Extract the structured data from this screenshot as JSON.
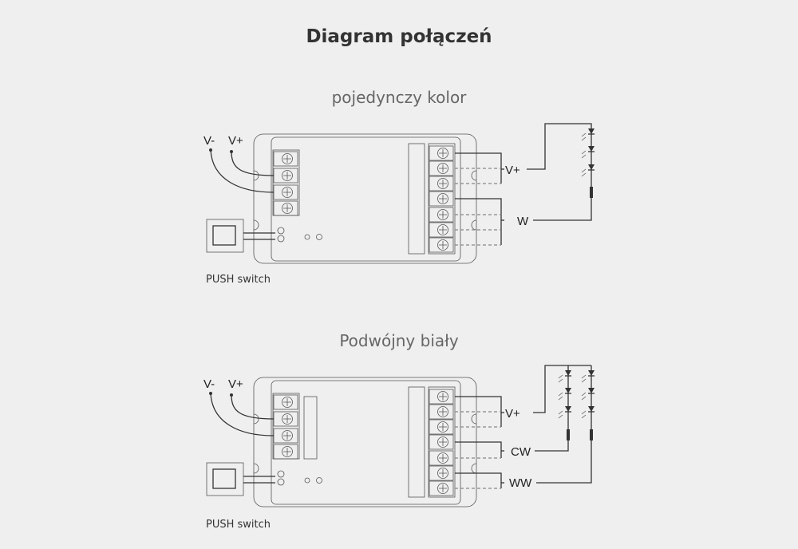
{
  "title": "Diagram połączeń",
  "diagrams": [
    {
      "subtitle": "pojedynczy kolor",
      "input_labels": {
        "neg": "V-",
        "pos": "V+"
      },
      "switch_label": "PUSH switch",
      "outputs": [
        "V+",
        "W"
      ]
    },
    {
      "subtitle": "Podwójny biały",
      "input_labels": {
        "neg": "V-",
        "pos": "V+"
      },
      "switch_label": "PUSH switch",
      "outputs": [
        "V+",
        "CW",
        "WW"
      ]
    }
  ]
}
